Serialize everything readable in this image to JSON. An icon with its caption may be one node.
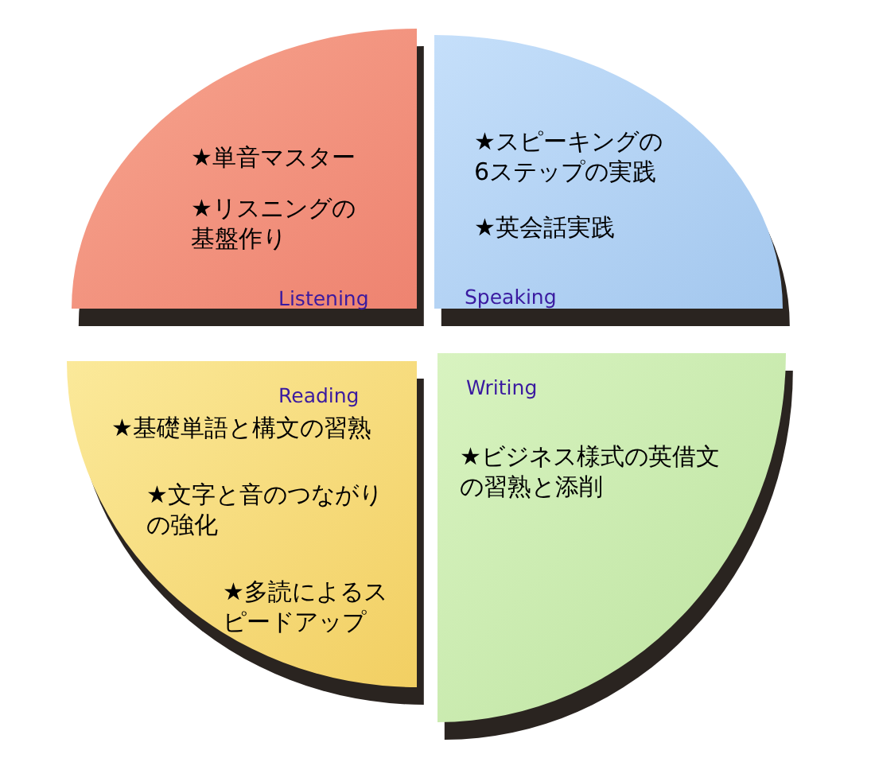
{
  "diagram": {
    "nodes": [
      {
        "text": [
          "★単音マスター",
          "★リスニングの基盤作り",
          "Listening"
        ]
      },
      {
        "text": [
          "★スピーキングの6ステップの実践",
          "★英会話実践",
          "Speaking"
        ]
      },
      {
        "text": [
          "Reading",
          "★基礎単語と構文の習熟",
          "★文字と音のつながりの強化",
          "★多読によるスピードアップ"
        ]
      },
      {
        "text": [
          "Writing",
          "★ビジネス様式の英借文の習熟と添削"
        ]
      }
    ]
  }
}
